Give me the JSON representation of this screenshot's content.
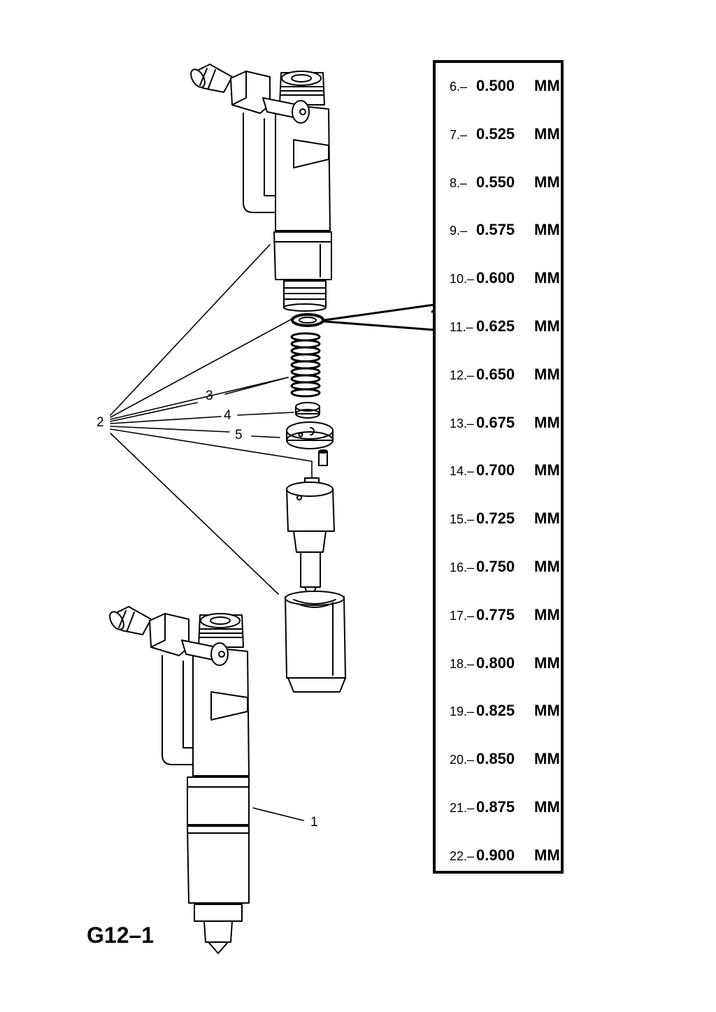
{
  "page_code": "G12–1",
  "callouts": [
    "1",
    "2",
    "3",
    "4",
    "5"
  ],
  "shim_table": [
    {
      "num": "6.–",
      "value": "0.500",
      "unit": "MM"
    },
    {
      "num": "7.–",
      "value": "0.525",
      "unit": "MM"
    },
    {
      "num": "8.–",
      "value": "0.550",
      "unit": "MM"
    },
    {
      "num": "9.–",
      "value": "0.575",
      "unit": "MM"
    },
    {
      "num": "10.–",
      "value": "0.600",
      "unit": "MM"
    },
    {
      "num": "11.–",
      "value": "0.625",
      "unit": "MM"
    },
    {
      "num": "12.–",
      "value": "0.650",
      "unit": "MM"
    },
    {
      "num": "13.–",
      "value": "0.675",
      "unit": "MM"
    },
    {
      "num": "14.–",
      "value": "0.700",
      "unit": "MM"
    },
    {
      "num": "15.–",
      "value": "0.725",
      "unit": "MM"
    },
    {
      "num": "16.–",
      "value": "0.750",
      "unit": "MM"
    },
    {
      "num": "17.–",
      "value": "0.775",
      "unit": "MM"
    },
    {
      "num": "18.–",
      "value": "0.800",
      "unit": "MM"
    },
    {
      "num": "19.–",
      "value": "0.825",
      "unit": "MM"
    },
    {
      "num": "20.–",
      "value": "0.850",
      "unit": "MM"
    },
    {
      "num": "21.–",
      "value": "0.875",
      "unit": "MM"
    },
    {
      "num": "22.–",
      "value": "0.900",
      "unit": "MM"
    }
  ]
}
